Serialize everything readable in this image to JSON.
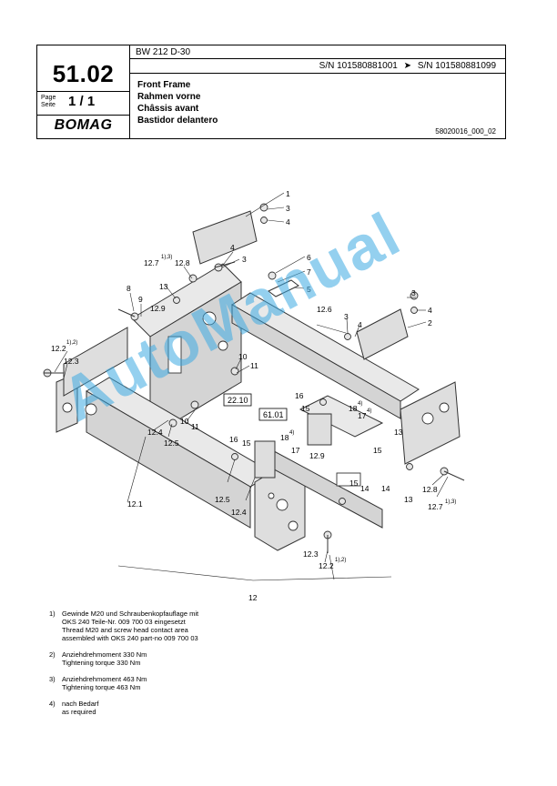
{
  "header": {
    "model": "BW 212 D-30",
    "serial_from": "S/N 101580881001",
    "serial_arrow": "➤",
    "serial_to": "S/N 101580881099",
    "group_no": "51.02",
    "page_label_de": "Page",
    "page_label_en": "Seite",
    "page_value": "1 / 1",
    "brand": "BOMAG",
    "title_en": "Front Frame",
    "title_de": "Rahmen vorne",
    "title_fr": "Châssis avant",
    "title_es": "Bastidor delantero",
    "drawing_no": "58020016_000_02"
  },
  "callouts": {
    "c1": "1",
    "c3a": "3",
    "c4a": "4",
    "c4b": "4",
    "c3b": "3",
    "c127a": "12.7",
    "c127a_sup": "1),3)",
    "c128a": "12.8",
    "c13a": "13",
    "c8": "8",
    "c9": "9",
    "c129a": "12.9",
    "c122a": "12.2",
    "c122a_sup": "1),2)",
    "c123a": "12.3",
    "c6": "6",
    "c7": "7",
    "c5": "5",
    "c126": "12.6",
    "c3c": "3",
    "c4c": "4",
    "c3d": "3",
    "c4d": "4",
    "c2": "2",
    "c10a": "10",
    "c11a": "11",
    "c2210": "22.10",
    "c6101": "61.01",
    "c16a": "16",
    "c15a": "15",
    "c18a": "18",
    "c18a_sup": "4)",
    "c17a": "17",
    "c10b": "10",
    "c11b": "11",
    "c124a": "12.4",
    "c125a": "12.5",
    "c16b": "16",
    "c15b": "15",
    "c18b": "18",
    "c18b_sup": "4)",
    "c17b": "17",
    "c129b": "12.9",
    "c13b": "13",
    "c15c": "15",
    "c15d": "15",
    "c14a": "14",
    "c14b": "14",
    "c13c": "13",
    "c128b": "12.8",
    "c127b": "12.7",
    "c127b_sup": "1),3)",
    "c121": "12.1",
    "c125b": "12.5",
    "c124b": "12.4",
    "c123b": "12.3",
    "c122b": "12.2",
    "c122b_sup": "1),2)",
    "c12": "12"
  },
  "watermark": "AutoManual",
  "notes": [
    {
      "mark": "1)",
      "lines": [
        "Gewinde M20 und Schraubenkopfauflage mit",
        "OKS 240 Teile-Nr. 009 700 03 eingesetzt",
        "Thread M20 and screw head contact area",
        "assembled with OKS 240 part-no 009 700 03"
      ]
    },
    {
      "mark": "2)",
      "lines": [
        "Anziehdrehmoment 330 Nm",
        "Tightening torque 330 Nm"
      ]
    },
    {
      "mark": "3)",
      "lines": [
        "Anziehdrehmoment 463 Nm",
        "Tightening torque 463 Nm"
      ]
    },
    {
      "mark": "4)",
      "lines": [
        "nach Bedarf",
        "as required"
      ]
    }
  ]
}
